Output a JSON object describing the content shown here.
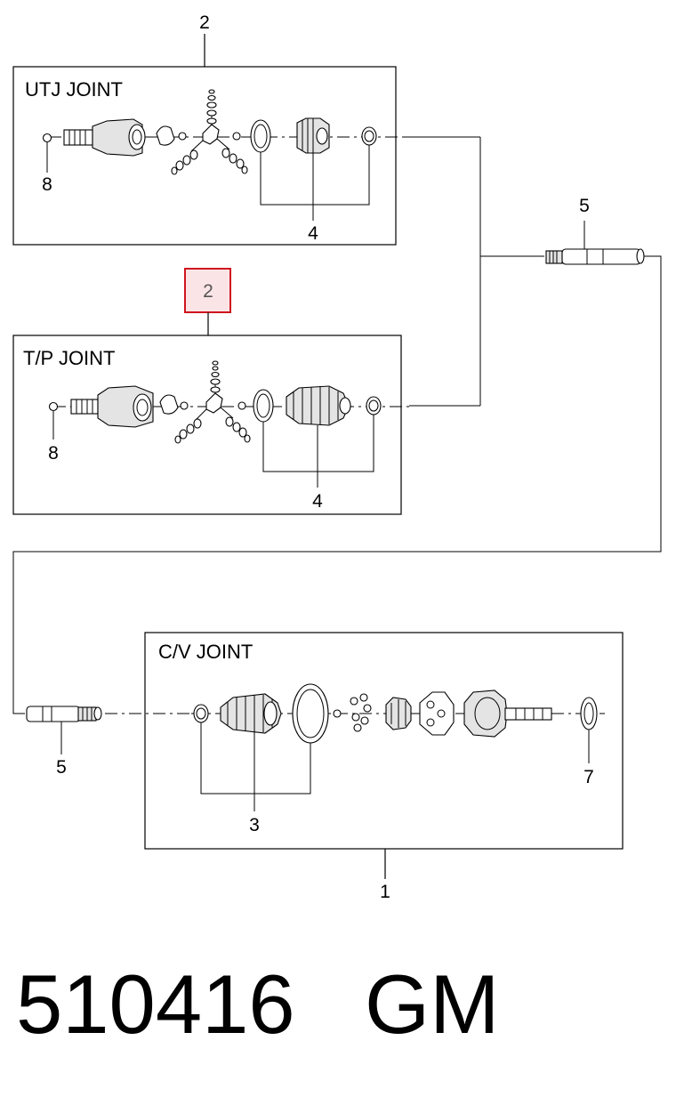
{
  "groups": {
    "utj": {
      "title": "UTJ JOINT",
      "callout_top": "2",
      "callout_left": "8",
      "callout_bottom": "4"
    },
    "tp": {
      "title": "T/P JOINT",
      "callout_top": "2",
      "callout_left": "8",
      "callout_bottom": "4"
    },
    "cv": {
      "title": "C/V JOINT",
      "callout_boot": "3",
      "callout_ring": "7",
      "callout_bottom": "1"
    }
  },
  "shaft": {
    "callout_upper": "5",
    "callout_lower": "5"
  },
  "highlight": {
    "label": "2",
    "color": "#d0141e",
    "fill": "#fbe4e6"
  },
  "footer": {
    "part_number": "510416   GM"
  }
}
